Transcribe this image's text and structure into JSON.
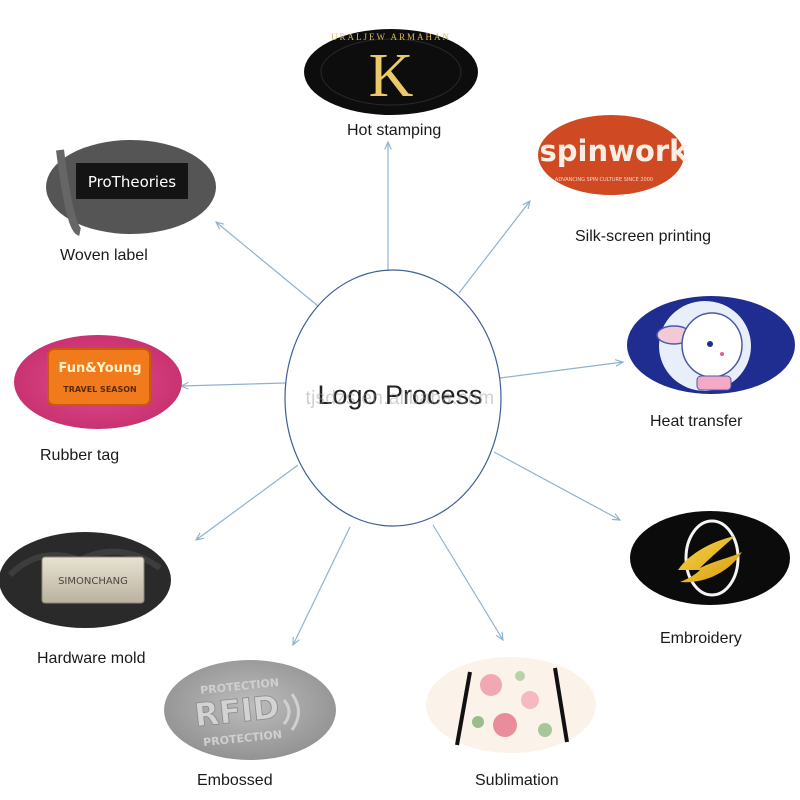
{
  "center": {
    "title": "Logo Process",
    "watermark": "tjsdzs.en.alibaba.com"
  },
  "processes": {
    "hot_stamping": {
      "label": "Hot stamping",
      "logo_letter": "K",
      "ring_text": "URALJEW ARMAHAN"
    },
    "silk_screen": {
      "label": "Silk-screen printing",
      "logo_text": "spinwork",
      "logo_subtext": "ADVANCING SPIN CULTURE SINCE 2000"
    },
    "heat_transfer": {
      "label": "Heat transfer"
    },
    "embroidery": {
      "label": "Embroidery"
    },
    "sublimation": {
      "label": "Sublimation"
    },
    "embossed": {
      "label": "Embossed",
      "logo_line1": "PROTECTION",
      "logo_line2": "RFID",
      "logo_line3": "PROTECTION"
    },
    "hardware_mold": {
      "label": "Hardware mold",
      "plate_text": "SIMONCHANG"
    },
    "rubber_tag": {
      "label": "Rubber tag",
      "tag_line1": "Fun&Young",
      "tag_line2": "TRAVEL SEASON"
    },
    "woven_label": {
      "label": "Woven label",
      "label_text": "ProTheories"
    }
  },
  "colors": {
    "arrow": "#8fb3cc",
    "center_outline": "#3e5f96"
  }
}
